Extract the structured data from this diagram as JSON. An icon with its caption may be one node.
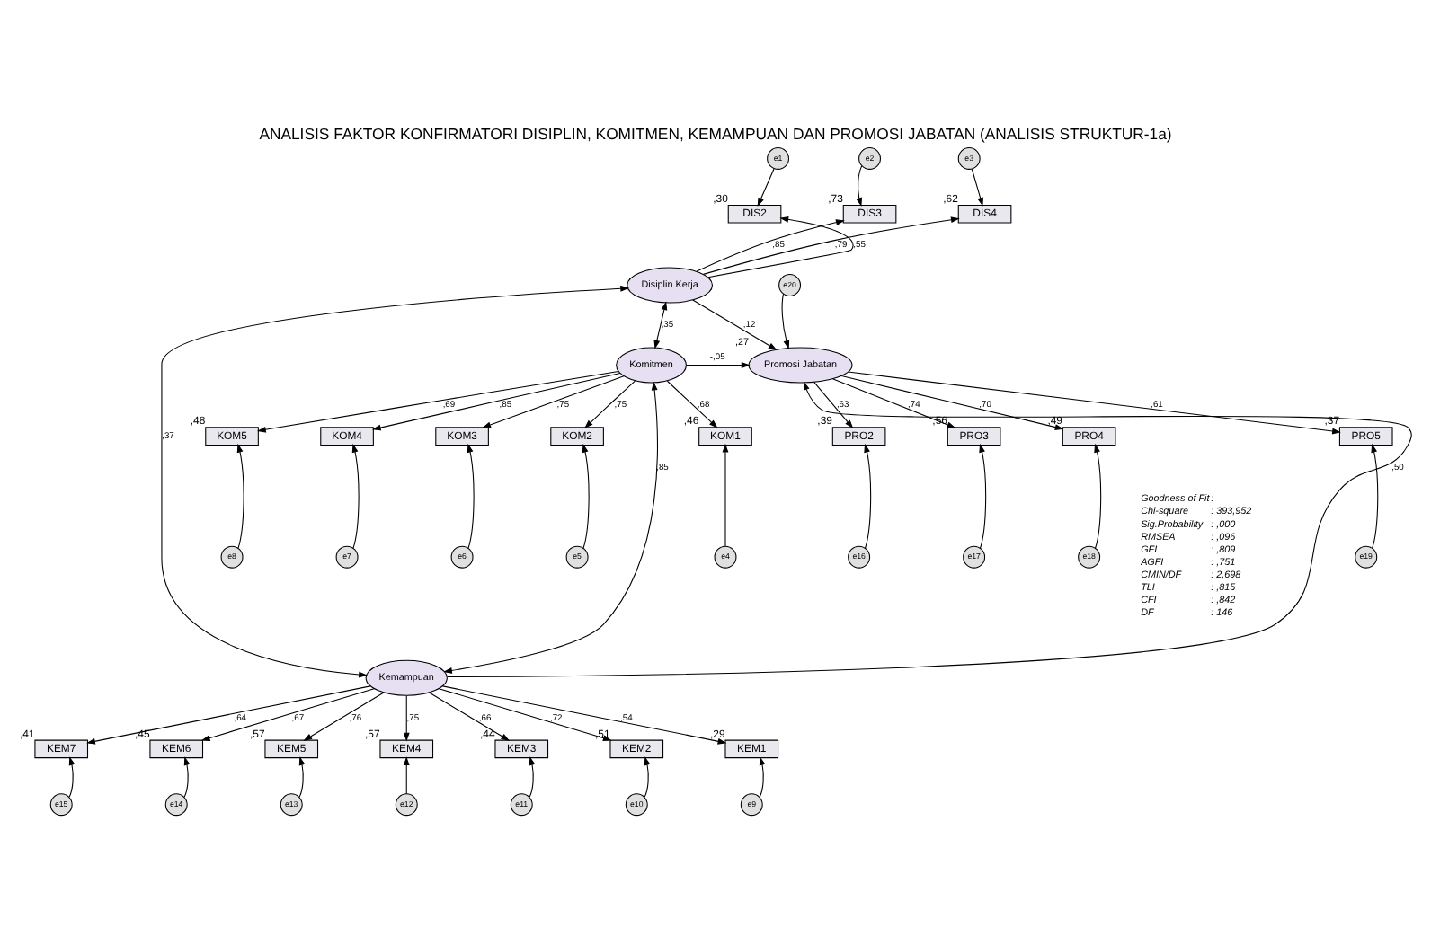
{
  "diagram": {
    "title": "ANALISIS FAKTOR KONFIRMATORI DISIPLIN, KOMITMEN, KEMAMPUAN DAN PROMOSI JABATAN (ANALISIS STRUKTUR-1a)",
    "nodes": [
      {
        "text": [
          "Disiplin Kerja"
        ]
      },
      {
        "text": [
          "Komitmen"
        ]
      },
      {
        "text": [
          "Kemampuan"
        ]
      },
      {
        "text": [
          "Promosi Jabatan"
        ],
        "beside": [
          ",27"
        ]
      },
      {
        "text": [
          "DIS2"
        ],
        "beside": [
          ",30"
        ]
      },
      {
        "text": [
          "DIS3"
        ],
        "beside": [
          ",73"
        ]
      },
      {
        "text": [
          "DIS4"
        ],
        "beside": [
          ",62"
        ]
      },
      {
        "text": [
          "e1"
        ]
      },
      {
        "text": [
          "e2"
        ]
      },
      {
        "text": [
          "e3"
        ]
      },
      {
        "text": [
          "KOM5"
        ],
        "beside": [
          ",48"
        ]
      },
      {
        "text": [
          "KOM4"
        ]
      },
      {
        "text": [
          "KOM3"
        ]
      },
      {
        "text": [
          "KOM2"
        ]
      },
      {
        "text": [
          "KOM1"
        ],
        "beside": [
          ",46"
        ]
      },
      {
        "text": [
          "e8"
        ]
      },
      {
        "text": [
          "e7"
        ]
      },
      {
        "text": [
          "e6"
        ]
      },
      {
        "text": [
          "e5"
        ]
      },
      {
        "text": [
          "e4"
        ]
      },
      {
        "text": [
          "KEM7"
        ],
        "beside": [
          ",41"
        ]
      },
      {
        "text": [
          "KEM6"
        ],
        "beside": [
          ",45"
        ]
      },
      {
        "text": [
          "KEM5"
        ],
        "beside": [
          ",57"
        ]
      },
      {
        "text": [
          "KEM4"
        ],
        "beside": [
          ",57"
        ]
      },
      {
        "text": [
          "KEM3"
        ],
        "beside": [
          ",44"
        ]
      },
      {
        "text": [
          "KEM2"
        ],
        "beside": [
          ",51"
        ]
      },
      {
        "text": [
          "KEM1"
        ],
        "beside": [
          ",29"
        ]
      },
      {
        "text": [
          "e15"
        ]
      },
      {
        "text": [
          "e14"
        ]
      },
      {
        "text": [
          "e13"
        ]
      },
      {
        "text": [
          "e12"
        ]
      },
      {
        "text": [
          "e11"
        ]
      },
      {
        "text": [
          "e10"
        ]
      },
      {
        "text": [
          "e9"
        ]
      },
      {
        "text": [
          "PRO2"
        ],
        "beside": [
          ",39"
        ]
      },
      {
        "text": [
          "PRO3"
        ],
        "beside": [
          ",56"
        ]
      },
      {
        "text": [
          "PRO4"
        ],
        "beside": [
          ",49"
        ]
      },
      {
        "text": [
          "PRO5"
        ],
        "beside": [
          ",37"
        ]
      },
      {
        "text": [
          "e16"
        ]
      },
      {
        "text": [
          "e17"
        ]
      },
      {
        "text": [
          "e18"
        ]
      },
      {
        "text": [
          "e19"
        ]
      },
      {
        "text": [
          "e20"
        ]
      }
    ],
    "edges": [
      {
        "from": 7,
        "to": 4,
        "arrow": "to"
      },
      {
        "from": 8,
        "to": 5,
        "arrow": "to"
      },
      {
        "from": 9,
        "to": 6,
        "arrow": "to"
      },
      {
        "from": 0,
        "to": 4,
        "arrow": "to",
        "label": ",55"
      },
      {
        "from": 0,
        "to": 5,
        "arrow": "to",
        "label": ",85"
      },
      {
        "from": 0,
        "to": 6,
        "arrow": "to",
        "label": ",79"
      },
      {
        "from": 0,
        "to": 1,
        "arrow": "both",
        "label": ",35"
      },
      {
        "from": 0,
        "to": 2,
        "arrow": "both",
        "label": ",37"
      },
      {
        "from": 1,
        "to": 2,
        "arrow": "both",
        "label": ",85"
      },
      {
        "from": 15,
        "to": 10,
        "arrow": "to"
      },
      {
        "from": 16,
        "to": 11,
        "arrow": "to"
      },
      {
        "from": 17,
        "to": 12,
        "arrow": "to"
      },
      {
        "from": 18,
        "to": 13,
        "arrow": "to"
      },
      {
        "from": 19,
        "to": 14,
        "arrow": "to"
      },
      {
        "from": 1,
        "to": 10,
        "arrow": "to",
        "label": ",69"
      },
      {
        "from": 1,
        "to": 11,
        "arrow": "to",
        "label": ",85"
      },
      {
        "from": 1,
        "to": 12,
        "arrow": "to",
        "label": ",75"
      },
      {
        "from": 1,
        "to": 13,
        "arrow": "to",
        "label": ",75"
      },
      {
        "from": 1,
        "to": 14,
        "arrow": "to",
        "label": ",68"
      },
      {
        "from": 2,
        "to": 20,
        "arrow": "to",
        "label": ",64"
      },
      {
        "from": 2,
        "to": 21,
        "arrow": "to",
        "label": ",67"
      },
      {
        "from": 2,
        "to": 22,
        "arrow": "to",
        "label": ",76"
      },
      {
        "from": 2,
        "to": 23,
        "arrow": "to",
        "label": ",75"
      },
      {
        "from": 2,
        "to": 24,
        "arrow": "to",
        "label": ",66"
      },
      {
        "from": 2,
        "to": 25,
        "arrow": "to",
        "label": ",72"
      },
      {
        "from": 2,
        "to": 26,
        "arrow": "to",
        "label": ",54"
      },
      {
        "from": 27,
        "to": 20,
        "arrow": "to"
      },
      {
        "from": 28,
        "to": 21,
        "arrow": "to"
      },
      {
        "from": 29,
        "to": 22,
        "arrow": "to"
      },
      {
        "from": 30,
        "to": 23,
        "arrow": "to"
      },
      {
        "from": 31,
        "to": 24,
        "arrow": "to"
      },
      {
        "from": 32,
        "to": 25,
        "arrow": "to"
      },
      {
        "from": 33,
        "to": 26,
        "arrow": "to"
      },
      {
        "from": 0,
        "to": 3,
        "arrow": "to",
        "label": ",12"
      },
      {
        "from": 1,
        "to": 3,
        "arrow": "to",
        "label": "-,05"
      },
      {
        "from": 2,
        "to": 3,
        "arrow": "to",
        "label": ",50"
      },
      {
        "from": 42,
        "to": 3,
        "arrow": "to"
      },
      {
        "from": 3,
        "to": 34,
        "arrow": "to",
        "label": ",63"
      },
      {
        "from": 3,
        "to": 35,
        "arrow": "to",
        "label": ",74"
      },
      {
        "from": 3,
        "to": 36,
        "arrow": "to",
        "label": ",70"
      },
      {
        "from": 3,
        "to": 37,
        "arrow": "to",
        "label": ",61"
      },
      {
        "from": 38,
        "to": 34,
        "arrow": "to"
      },
      {
        "from": 39,
        "to": 35,
        "arrow": "to"
      },
      {
        "from": 40,
        "to": 36,
        "arrow": "to"
      },
      {
        "from": 41,
        "to": 37,
        "arrow": "to"
      }
    ],
    "labels": [
      "Goodness of Fit",
      ":",
      "Chi-square",
      ": 393,952",
      "Sig.Probability",
      ": ,000",
      "RMSEA",
      ": ,096",
      "GFI",
      ": ,809",
      "AGFI",
      ": ,751",
      "CMIN/DF",
      ": 2,698",
      "TLI",
      ": ,815",
      "CFI",
      ": ,842",
      "DF",
      ": 146"
    ]
  }
}
